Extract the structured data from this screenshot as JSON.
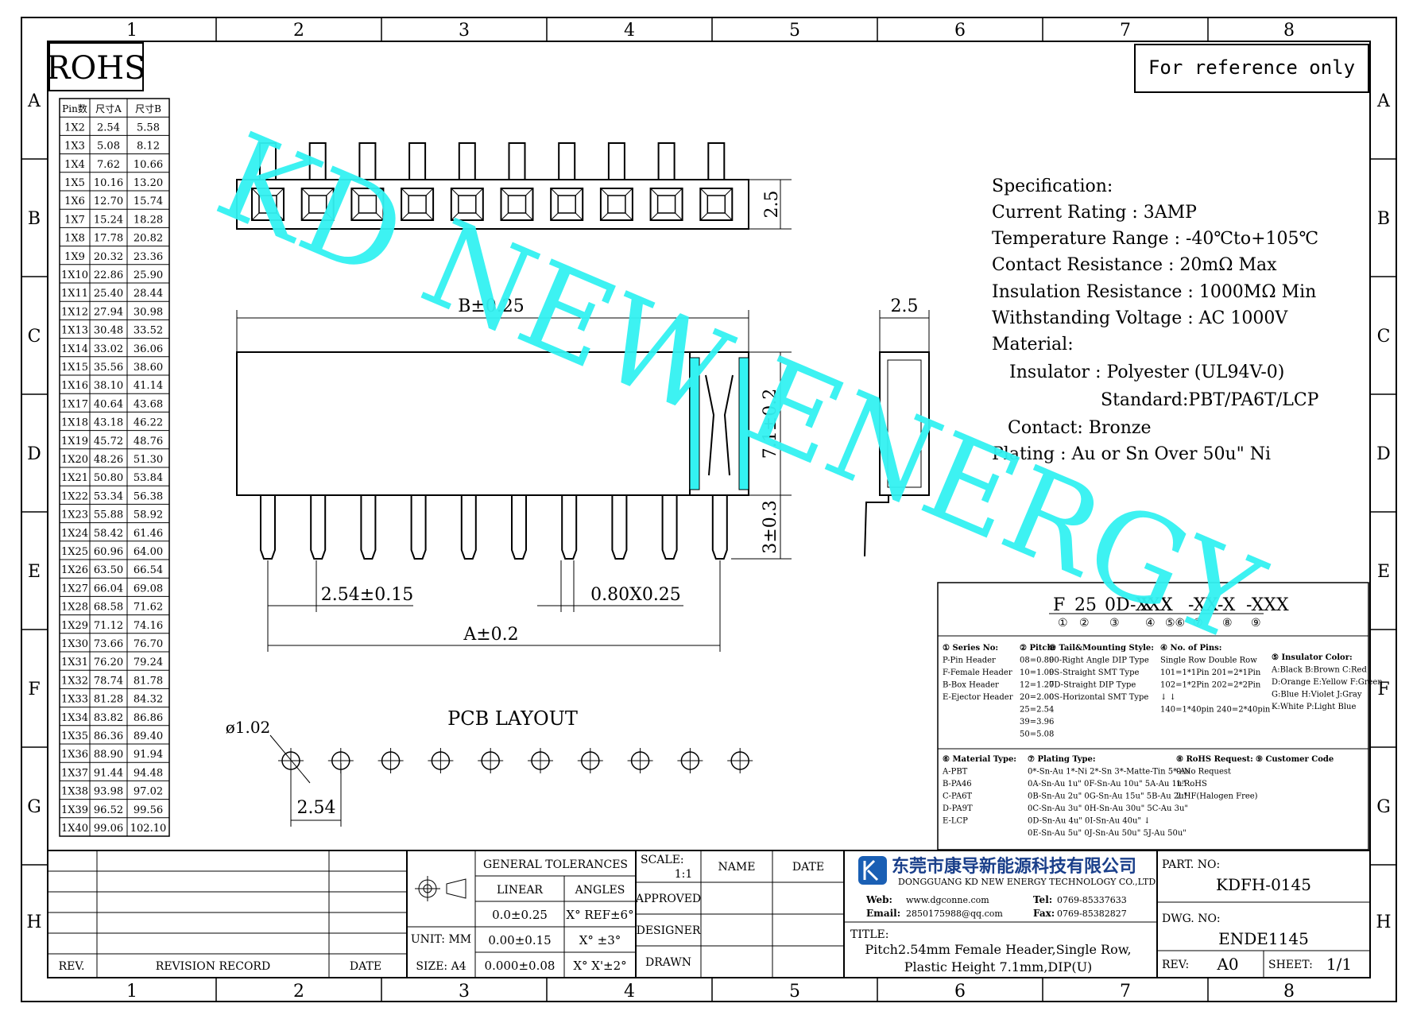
{
  "frame": {
    "columns": [
      "1",
      "2",
      "3",
      "4",
      "5",
      "6",
      "7",
      "8"
    ],
    "rows": [
      "A",
      "B",
      "C",
      "D",
      "E",
      "F",
      "G",
      "H"
    ]
  },
  "rohs": "ROHS",
  "reference": "For reference only",
  "watermark": "KD NEW ENERGY",
  "watermark_color": "#33F2F2",
  "pin_table": {
    "headers": [
      "Pin数",
      "尺寸A",
      "尺寸B"
    ],
    "rows": [
      [
        "1X2",
        "2.54",
        "5.58"
      ],
      [
        "1X3",
        "5.08",
        "8.12"
      ],
      [
        "1X4",
        "7.62",
        "10.66"
      ],
      [
        "1X5",
        "10.16",
        "13.20"
      ],
      [
        "1X6",
        "12.70",
        "15.74"
      ],
      [
        "1X7",
        "15.24",
        "18.28"
      ],
      [
        "1X8",
        "17.78",
        "20.82"
      ],
      [
        "1X9",
        "20.32",
        "23.36"
      ],
      [
        "1X10",
        "22.86",
        "25.90"
      ],
      [
        "1X11",
        "25.40",
        "28.44"
      ],
      [
        "1X12",
        "27.94",
        "30.98"
      ],
      [
        "1X13",
        "30.48",
        "33.52"
      ],
      [
        "1X14",
        "33.02",
        "36.06"
      ],
      [
        "1X15",
        "35.56",
        "38.60"
      ],
      [
        "1X16",
        "38.10",
        "41.14"
      ],
      [
        "1X17",
        "40.64",
        "43.68"
      ],
      [
        "1X18",
        "43.18",
        "46.22"
      ],
      [
        "1X19",
        "45.72",
        "48.76"
      ],
      [
        "1X20",
        "48.26",
        "51.30"
      ],
      [
        "1X21",
        "50.80",
        "53.84"
      ],
      [
        "1X22",
        "53.34",
        "56.38"
      ],
      [
        "1X23",
        "55.88",
        "58.92"
      ],
      [
        "1X24",
        "58.42",
        "61.46"
      ],
      [
        "1X25",
        "60.96",
        "64.00"
      ],
      [
        "1X26",
        "63.50",
        "66.54"
      ],
      [
        "1X27",
        "66.04",
        "69.08"
      ],
      [
        "1X28",
        "68.58",
        "71.62"
      ],
      [
        "1X29",
        "71.12",
        "74.16"
      ],
      [
        "1X30",
        "73.66",
        "76.70"
      ],
      [
        "1X31",
        "76.20",
        "79.24"
      ],
      [
        "1X32",
        "78.74",
        "81.78"
      ],
      [
        "1X33",
        "81.28",
        "84.32"
      ],
      [
        "1X34",
        "83.82",
        "86.86"
      ],
      [
        "1X35",
        "86.36",
        "89.40"
      ],
      [
        "1X36",
        "88.90",
        "91.94"
      ],
      [
        "1X37",
        "91.44",
        "94.48"
      ],
      [
        "1X38",
        "93.98",
        "97.02"
      ],
      [
        "1X39",
        "96.52",
        "99.56"
      ],
      [
        "1X40",
        "99.06",
        "102.10"
      ]
    ]
  },
  "dims": {
    "height_top": "2.5",
    "b_dim": "B±0.25",
    "side_width": "2.5",
    "plastic_height": "7.1±0.2",
    "pin_length": "3±0.3",
    "pitch": "2.54±0.15",
    "pin_size": "0.80X0.25",
    "a_dim": "A±0.2",
    "pcb_title": "PCB LAYOUT",
    "hole": "ø1.02",
    "pcb_pitch": "2.54"
  },
  "spec": {
    "title": "Specification:",
    "current": "Current Rating : 3AMP",
    "temperature": "Temperature Range : -40℃to+105℃",
    "contact_res": "Contact Resistance : 20mΩ Max",
    "insulation": "Insulation Resistance : 1000MΩ Min",
    "voltage": "Withstanding Voltage : AC 1000V",
    "material": "Material:",
    "insulator": "Insulator : Polyester (UL94V-0)",
    "standard": "Standard:PBT/PA6T/LCP",
    "contact": "Contact: Bronze",
    "plating": "Plating : Au or Sn Over 50u\" Ni"
  },
  "part_code": {
    "segments": [
      "F",
      "25",
      "0D-XXX",
      "X",
      "X",
      "-XX",
      "-X",
      "-XXX"
    ],
    "markers": [
      "①",
      "②",
      "③",
      "④",
      "⑤⑥",
      "⑦",
      "⑧",
      "⑨"
    ],
    "series": [
      "① Series No:",
      "P-Pin Header",
      "F-Female Header",
      "B-Box Header",
      "E-Ejector Header"
    ],
    "pitch": [
      "② Pitch:",
      "08=0.80",
      "10=1.00",
      "12=1.27",
      "20=2.00",
      "25=2.54",
      "39=3.96",
      "50=5.08"
    ],
    "mounting": [
      "③ Tail&Mounting Style:",
      "90-Right Angle DIP Type",
      "9S-Straight SMT Type",
      "0D-Straight DIP Type",
      "0S-Horizontal SMT Type"
    ],
    "pins": [
      "④ No. of Pins:",
      "Single Row  Double Row",
      "101=1*1Pin  201=2*1Pin",
      "102=1*2Pin  202=2*2Pin",
      "↓           ↓",
      "140=1*40pin 240=2*40pin"
    ],
    "insulator_color": [
      "⑤ Insulator Color:",
      "A:Black  B:Brown  C:Red",
      "D:Orange E:Yellow F:Green",
      "G:Blue   H:Violet J:Gray",
      "K:White  P:Light Blue"
    ],
    "material_type": [
      "⑥ Material Type:",
      "A-PBT",
      "B-PA46",
      "C-PA6T",
      "D-PA9T",
      "E-LCP"
    ],
    "plating_type": [
      "⑦ Plating Type:",
      "0*-Sn-Au 1*-Ni 2*-Sn 3*-Matte-Tin 5*-Au",
      "0A-Sn-Au 1u\" 0F-Sn-Au 10u\"  5A-Au 1u\"",
      "0B-Sn-Au 2u\" 0G-Sn-Au 15u\"  5B-Au 2u\"",
      "0C-Sn-Au 3u\" 0H-Sn-Au 30u\"  5C-Au 3u\"",
      "0D-Sn-Au 4u\" 0I-Sn-Au 40u\"    ↓",
      "0E-Sn-Au 5u\" 0J-Sn-Au 50u\"  5J-Au 50u\""
    ],
    "rohs_request": [
      "⑧ RoHS Request:",
      "0:No Request",
      "1:RoHS",
      "2:HF(Halogen Free)"
    ],
    "customer": [
      "⑨ Customer Code"
    ]
  },
  "title_block": {
    "rev": "REV.",
    "revision_record": "REVISION RECORD",
    "date": "DATE",
    "general_tolerances": "GENERAL TOLERANCES",
    "linear": "LINEAR",
    "angles": "ANGLES",
    "unit": "UNIT: MM",
    "size": "SIZE: A4",
    "tol_rows": [
      [
        "0.0±0.25",
        "X° REF±6°"
      ],
      [
        "0.00±0.15",
        "X° ±3°"
      ],
      [
        "0.000±0.08",
        "X° X'±2°"
      ]
    ],
    "scale_label": "SCALE:",
    "scale_value": "1:1",
    "name": "NAME",
    "date2": "DATE",
    "approved": "APPROVED",
    "designer": "DESIGNER",
    "drawn": "DRAWN",
    "company_cn": "东莞市康导新能源科技有限公司",
    "company_en": "DONGGUANG KD NEW ENERGY TECHNOLOGY CO.,LTD.",
    "web_label": "Web:",
    "web": "www.dgconne.com",
    "tel_label": "Tel:",
    "tel": "0769-85337633",
    "email_label": "Email:",
    "email": "2850175988@qq.com",
    "fax_label": "Fax:",
    "fax": "0769-85382827",
    "title_label": "TITLE:",
    "title_line1": "Pitch2.54mm Female Header,Single Row,",
    "title_line2": "Plastic Height 7.1mm,DIP(U)",
    "part_no_label": "PART. NO:",
    "part_no": "KDFH-0145",
    "dwg_no_label": "DWG. NO:",
    "dwg_no": "ENDE1145",
    "rev_label": "REV:",
    "rev_value": "A0",
    "sheet_label": "SHEET:",
    "sheet_value": "1/1"
  }
}
